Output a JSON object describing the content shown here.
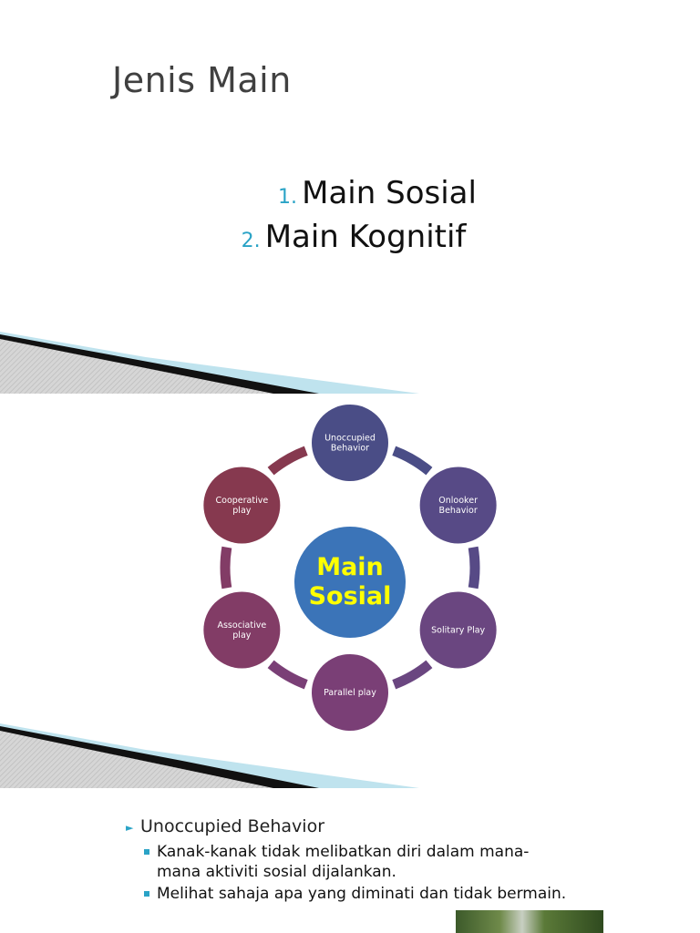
{
  "slide1": {
    "title": "Jenis Main",
    "list": [
      {
        "num": "1.",
        "text": "Main Sosial"
      },
      {
        "num": "2.",
        "text": "Main Kognitif"
      }
    ]
  },
  "slide2": {
    "center": {
      "line1": "Main",
      "line2": "Sosial",
      "color": "#ffff00",
      "fill": "#3b74b8"
    },
    "nodes": [
      {
        "line1": "Unoccupied",
        "line2": "Behavior",
        "fill": "#4a4d86"
      },
      {
        "line1": "Onlooker",
        "line2": "Behavior",
        "fill": "#574a86"
      },
      {
        "line1": "Solitary Play",
        "line2": "",
        "fill": "#6a4680"
      },
      {
        "line1": "Parallel play",
        "line2": "",
        "fill": "#7a3f76"
      },
      {
        "line1": "Associative",
        "line2": "play",
        "fill": "#823c66"
      },
      {
        "line1": "Cooperative",
        "line2": "play",
        "fill": "#86394f"
      }
    ]
  },
  "slide3": {
    "heading": "Unoccupied Behavior",
    "points": [
      "Kanak-kanak tidak melibatkan diri dalam mana-mana aktiviti sosial dijalankan.",
      "Melihat sahaja apa yang diminati dan tidak bermain."
    ]
  },
  "colors": {
    "accent": "#2aa3c6",
    "title": "#404040"
  }
}
